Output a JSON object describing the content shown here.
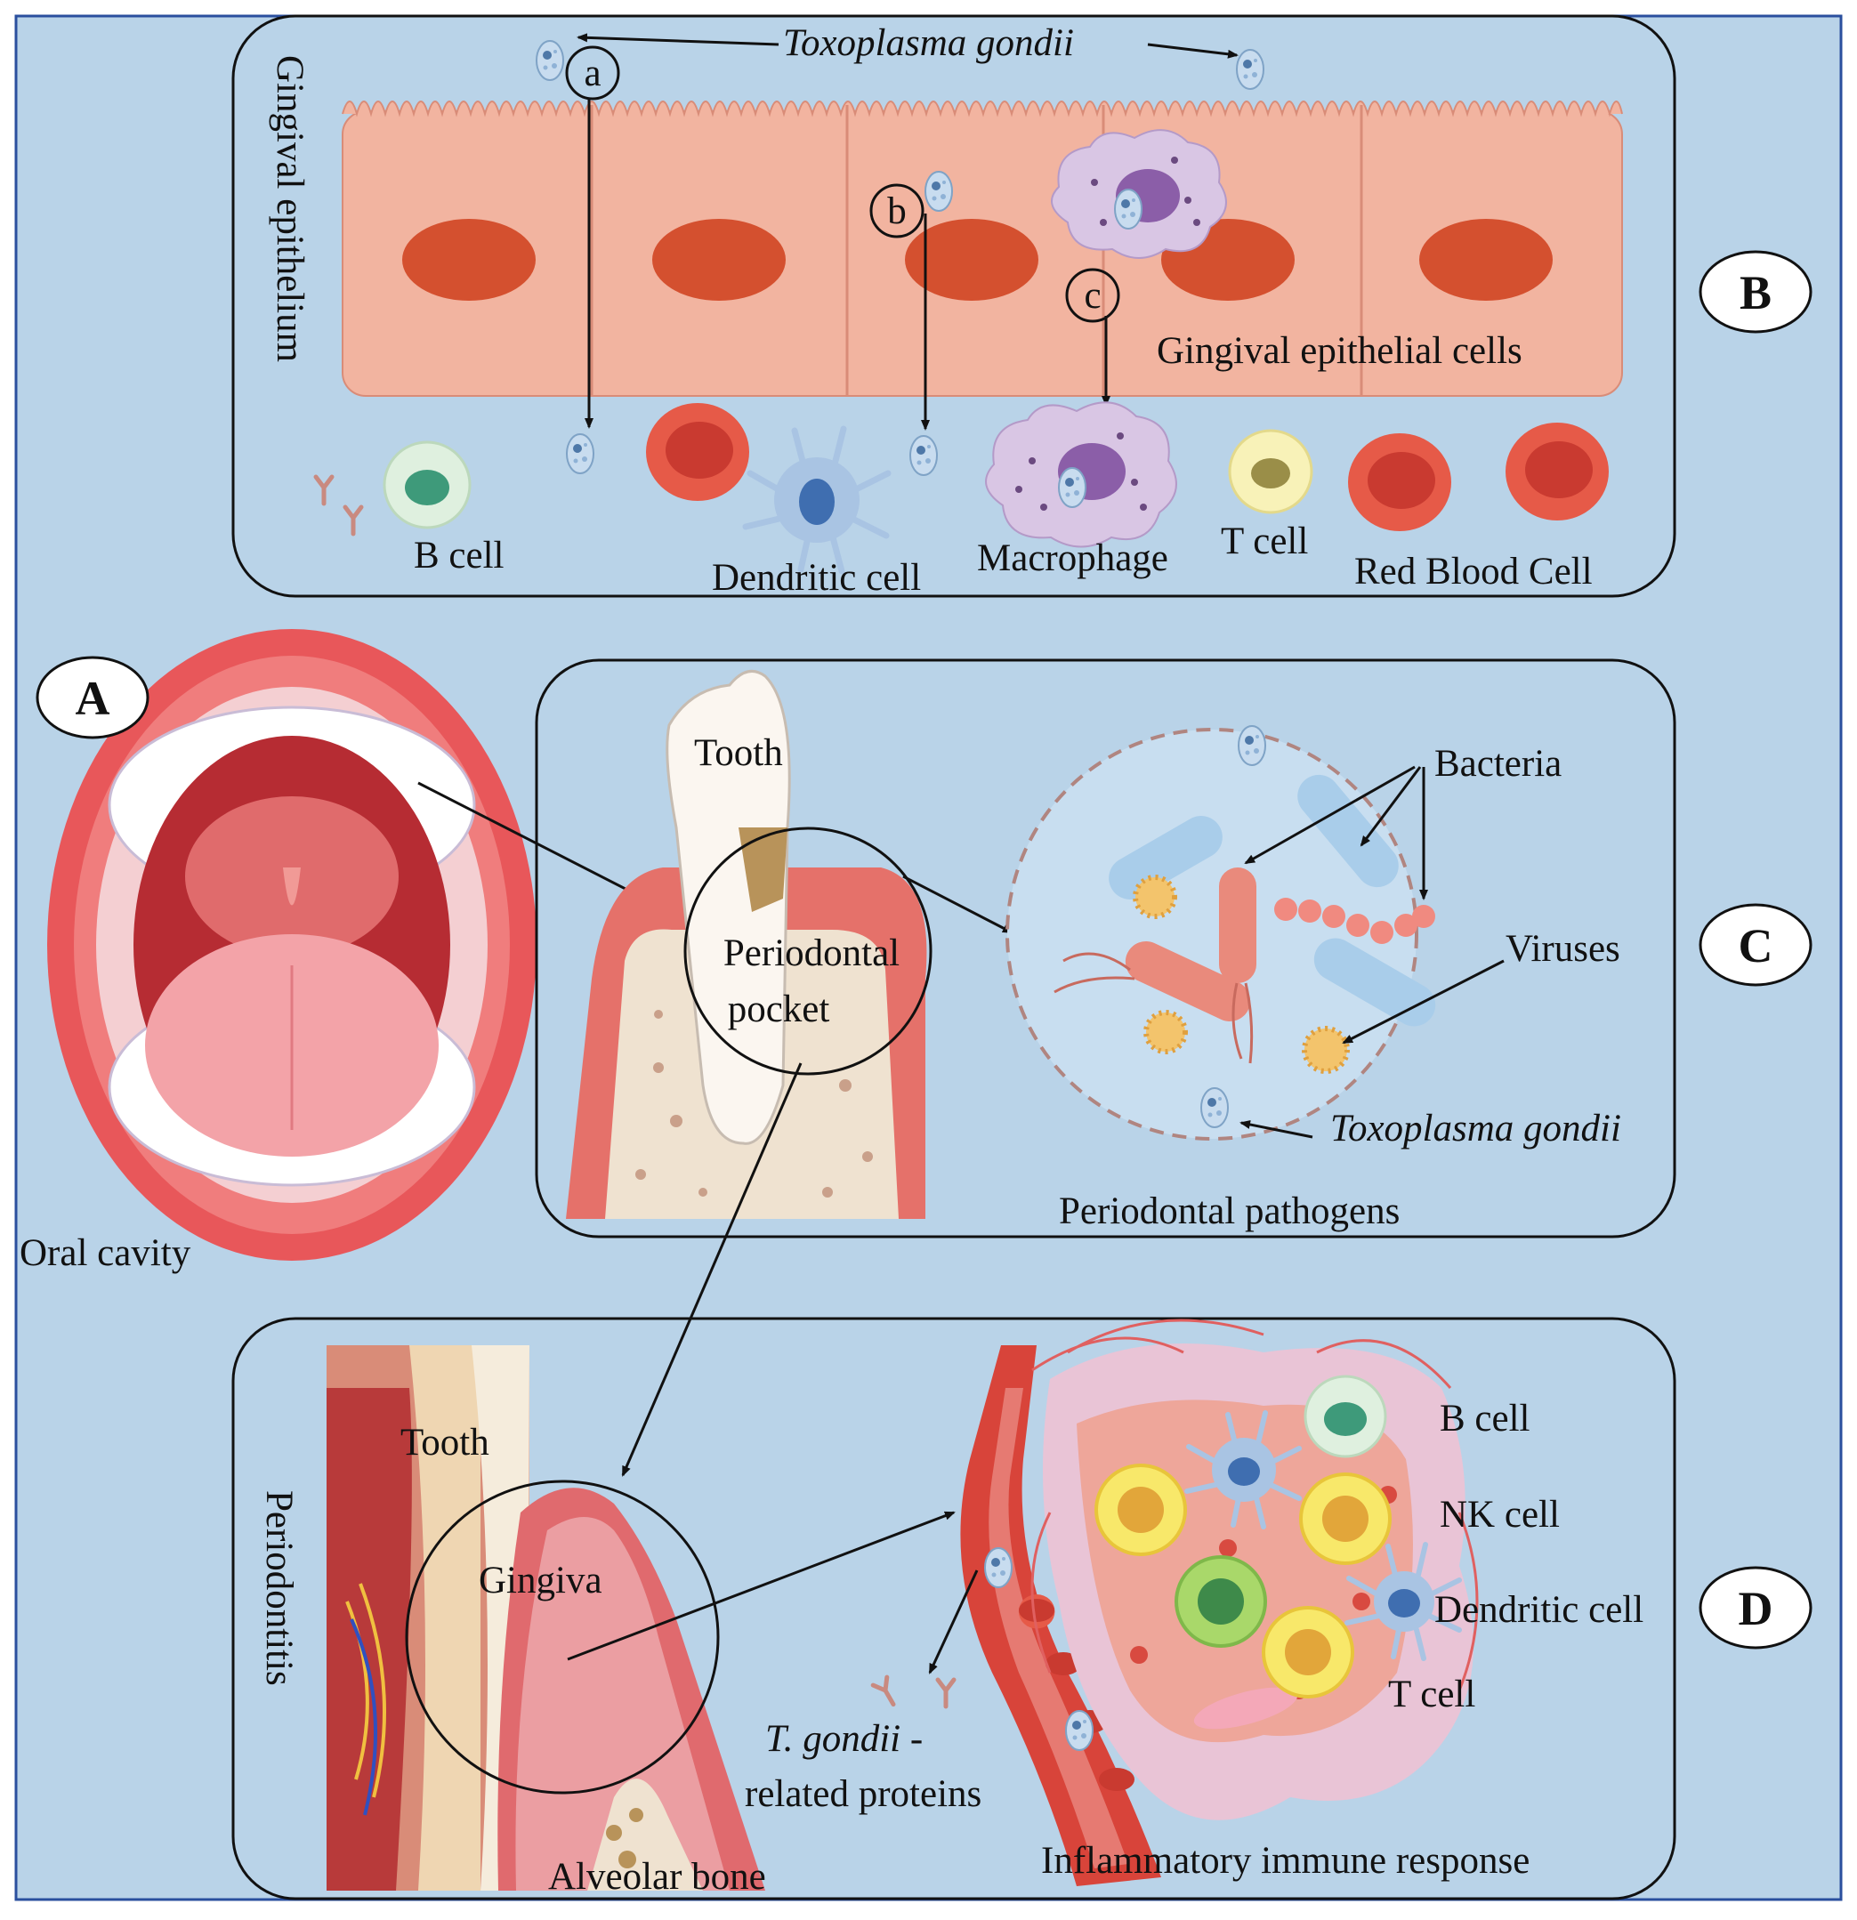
{
  "colors": {
    "background": "#b9d3e8",
    "frame_border": "#2a4f9e",
    "epithelium": "#f2b4a0",
    "nucleus": "#d4502f",
    "gum": "#e5716a",
    "lips": "#e8575a",
    "bone": "#efe2d0",
    "parasite": "#c8dcef"
  },
  "icons": [
    "toxoplasma-icon",
    "red-blood-cell-icon",
    "b-cell-icon",
    "t-cell-icon",
    "nk-cell-icon",
    "dendritic-cell-icon",
    "macrophage-icon",
    "antibody-icon",
    "bacteria-rod-icon",
    "bacteria-chain-icon",
    "virus-icon",
    "tooth-icon",
    "mouth-icon",
    "blood-vessel-icon"
  ],
  "panel_letters": {
    "a": "A",
    "b": "B",
    "c": "C",
    "d": "D"
  },
  "panel_b": {
    "side_label": "Gingival epithelium",
    "title_species": "Toxoplasma gondii",
    "route_markers": [
      "a",
      "b",
      "c"
    ],
    "epithelial_label": "Gingival epithelial cells",
    "cells": {
      "b_cell": "B cell",
      "dendritic_cell": "Dendritic cell",
      "macrophage": "Macrophage",
      "t_cell": "T cell",
      "rbc": "Red Blood Cell"
    }
  },
  "panel_a": {
    "label": "Oral cavity"
  },
  "panel_c": {
    "tooth": "Tooth",
    "pocket_line1": "Periodontal",
    "pocket_line2": "pocket",
    "bacteria": "Bacteria",
    "viruses": "Viruses",
    "species": "Toxoplasma gondii",
    "caption": "Periodontal pathogens"
  },
  "panel_d": {
    "side_label": "Periodontitis",
    "tooth": "Tooth",
    "gingiva": "Gingiva",
    "bone": "Alveolar bone",
    "proteins_italic": "T. gondii",
    "proteins_dash": " -",
    "proteins_line2": "related proteins",
    "b_cell": "B cell",
    "nk_cell": "NK cell",
    "dendritic_cell": "Dendritic cell",
    "t_cell": "T cell",
    "response": "Inflammatory immune response"
  }
}
